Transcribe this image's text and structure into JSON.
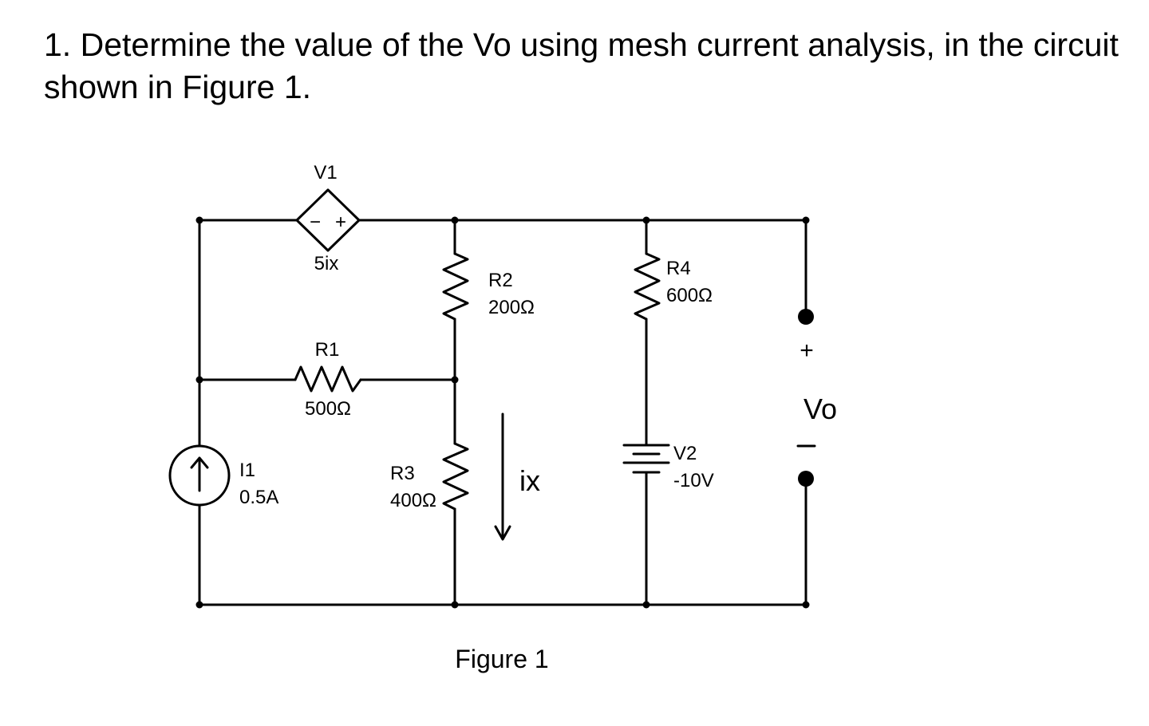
{
  "question": {
    "number": "1.",
    "text": "Determine the value of the Vo using mesh current analysis, in the circuit shown in Figure 1."
  },
  "circuit": {
    "dependent_source": {
      "name": "V1",
      "value": "5ix",
      "minus": "−",
      "plus": "+"
    },
    "resistors": [
      {
        "name": "R1",
        "value": "500Ω"
      },
      {
        "name": "R2",
        "value": "200Ω"
      },
      {
        "name": "R3",
        "value": "400Ω"
      },
      {
        "name": "R4",
        "value": "600Ω"
      }
    ],
    "current_source": {
      "name": "I1",
      "value": "0.5A"
    },
    "voltage_source": {
      "name": "V2",
      "value": "-10V"
    },
    "current_label": "ix",
    "output": {
      "plus": "+",
      "label": "Vo",
      "minus": "—"
    }
  },
  "caption": "Figure 1"
}
